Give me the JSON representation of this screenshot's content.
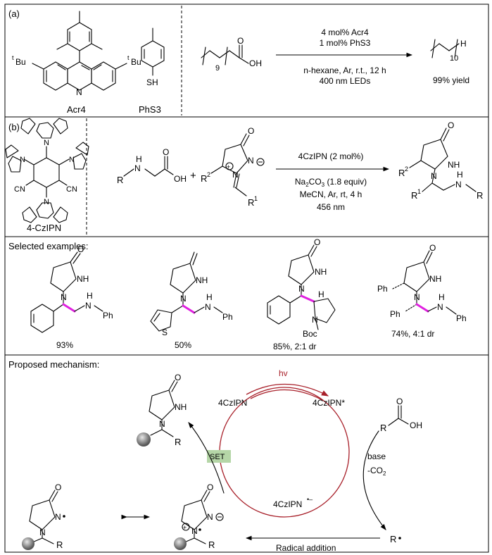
{
  "panel_a": {
    "label": "(a)",
    "catalyst1_name": "Acr4",
    "catalyst2_name": "PhS3",
    "tBu_left": "Bu",
    "tBu_right": "Bu",
    "t_sup": "t",
    "N": "N",
    "SH": "SH",
    "subscript_n1": "9",
    "OH": "OH",
    "O": "O",
    "cond1": "4 mol% Acr4",
    "cond2": "1 mol% PhS3",
    "cond3": "n-hexane, Ar, r.t., 12 h",
    "cond4": "400 nm LEDs",
    "subscript_n2": "10",
    "H": "H",
    "yield": "99% yield"
  },
  "panel_b": {
    "label": "(b)",
    "catalyst_name": "4-CzIPN",
    "CN": "CN",
    "N": "N",
    "R": "R",
    "NH": "N",
    "H": "H",
    "OH": "OH",
    "O": "O",
    "plus": "+",
    "R2": "R",
    "sup2": "2",
    "R1": "R",
    "sup1": "1",
    "Nplus": "N",
    "Nminus": "N",
    "cond1": "4CzIPN (2 mol%)",
    "cond2a": "Na",
    "cond2b": "2",
    "cond2c": "CO",
    "cond2d": "3",
    "cond2e": " (1.8 equiv)",
    "cond3": "MeCN, Ar, rt, 4 h",
    "cond4": "456 nm",
    "NH_prod": "NH",
    "N_prod": "N",
    "R_prod": "R"
  },
  "examples": {
    "title": "Selected examples:",
    "ex1_yield": "93%",
    "ex2_yield": "50%",
    "ex3_yield": "85%, 2:1 dr",
    "ex4_yield": "74%, 4:1 dr",
    "NH": "NH",
    "N": "N",
    "H": "H",
    "Ph": "Ph",
    "S": "S",
    "Boc": "Boc",
    "O": "O"
  },
  "mechanism": {
    "title": "Proposed mechanism:",
    "ground_state": "4CzIPN",
    "excited_state": "4CzIPN*",
    "radical_anion": "4CzIPN",
    "hv": "hv",
    "SET": "SET",
    "base": "base",
    "co2": "-CO",
    "co2_sub": "2",
    "radical_addition": "Radical addition",
    "R_radical": "R",
    "R": "R",
    "OH": "OH",
    "O": "O",
    "N": "N",
    "NH": "NH",
    "colors": {
      "red_arrow": "#a8202a",
      "set_box": "#b5d6a7",
      "pink_bond": "#e020e0"
    }
  }
}
